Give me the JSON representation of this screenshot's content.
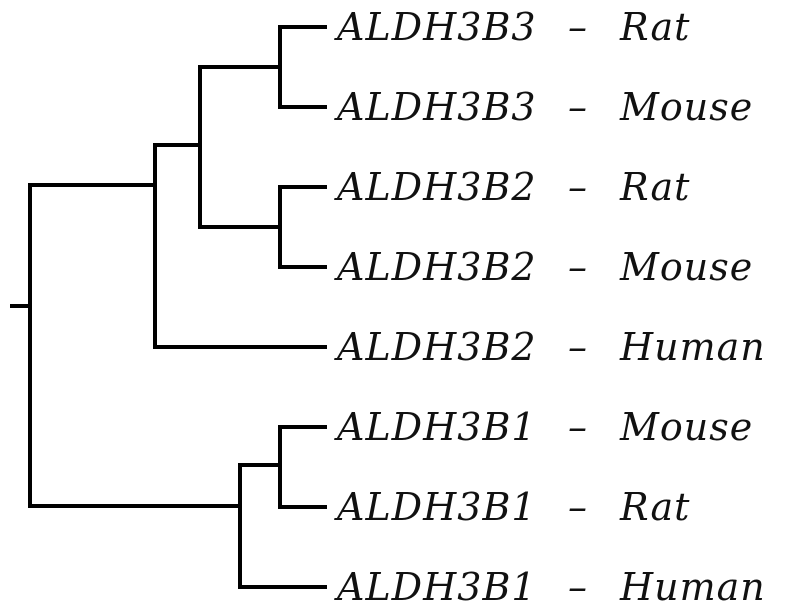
{
  "tree": {
    "leaves": [
      {
        "gene": "ALDH3B3",
        "species": "Rat"
      },
      {
        "gene": "ALDH3B3",
        "species": "Mouse"
      },
      {
        "gene": "ALDH3B2",
        "species": "Rat"
      },
      {
        "gene": "ALDH3B2",
        "species": "Mouse"
      },
      {
        "gene": "ALDH3B2",
        "species": "Human"
      },
      {
        "gene": "ALDH3B1",
        "species": "Mouse"
      },
      {
        "gene": "ALDH3B1",
        "species": "Rat"
      },
      {
        "gene": "ALDH3B1",
        "species": "Human"
      }
    ],
    "separator": "–",
    "topology": "(((ALDH3B3 Rat, ALDH3B3 Mouse), (ALDH3B2 Rat, ALDH3B2 Mouse)), ALDH3B2 Human), ((ALDH3B1 Mouse, ALDH3B1 Rat), ALDH3B1 Human)"
  }
}
